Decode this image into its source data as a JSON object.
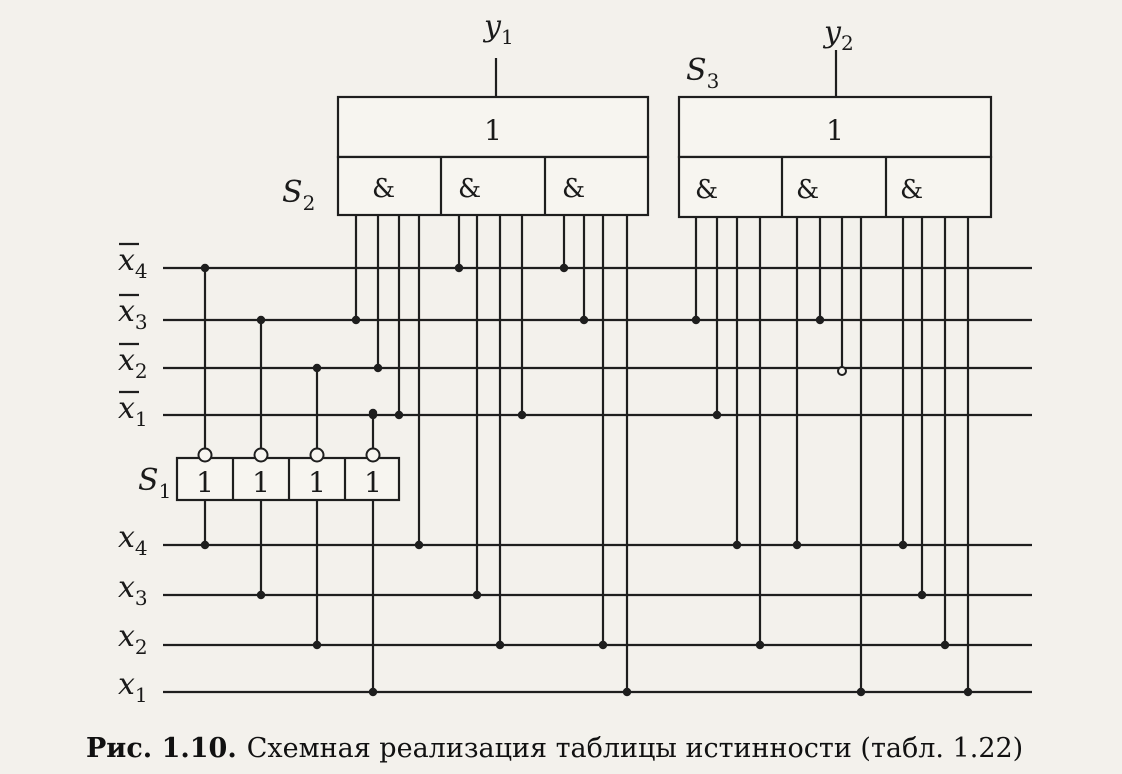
{
  "inputs": {
    "inv": [
      {
        "base": "x",
        "sub": "4"
      },
      {
        "base": "x",
        "sub": "3"
      },
      {
        "base": "x",
        "sub": "2"
      },
      {
        "base": "x",
        "sub": "1"
      }
    ],
    "direct": [
      {
        "base": "x",
        "sub": "4"
      },
      {
        "base": "x",
        "sub": "3"
      },
      {
        "base": "x",
        "sub": "2"
      },
      {
        "base": "x",
        "sub": "1"
      }
    ]
  },
  "outputs": [
    {
      "base": "y",
      "sub": "1"
    },
    {
      "base": "y",
      "sub": "2"
    }
  ],
  "blocks": {
    "s1": {
      "base": "S",
      "sub": "1"
    },
    "s2": {
      "base": "S",
      "sub": "2"
    },
    "s3": {
      "base": "S",
      "sub": "3"
    }
  },
  "gates": {
    "or_symbol": "1",
    "and_symbol": "&",
    "inverter_symbol": "1"
  },
  "caption": {
    "label": "Рис. 1.10.",
    "text": "Схемная реализация таблицы истинности (табл. 1.22)"
  }
}
